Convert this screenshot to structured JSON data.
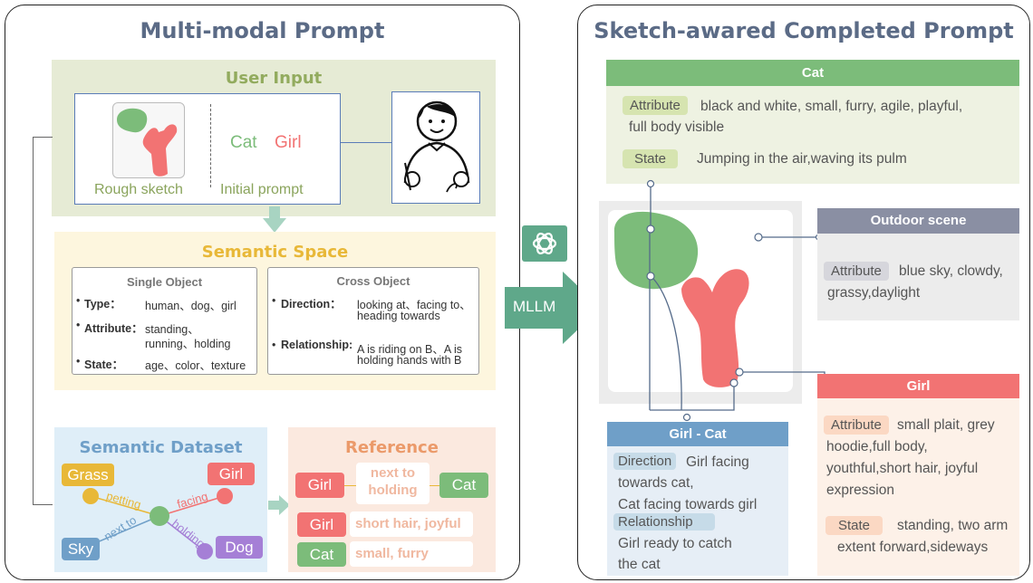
{
  "left_panel": {
    "title": "Multi-modal Prompt",
    "user_input": {
      "title": "User Input",
      "word_cat": "Cat",
      "word_girl": "Girl",
      "sketch_caption": "Rough sketch",
      "prompt_caption": "Initial prompt"
    },
    "semantic_space": {
      "title": "Semantic Space",
      "single": {
        "title": "Single Object",
        "rows": [
          {
            "key": "Type：",
            "value": "human、dog、girl"
          },
          {
            "key": "Attribute：",
            "value": "standing、",
            "value2": "running、holding"
          },
          {
            "key": "State：",
            "value": "age、color、texture"
          }
        ]
      },
      "cross": {
        "title": "Cross Object",
        "rows": [
          {
            "key": "Direction：",
            "value": "looking at、facing to、",
            "value2": "heading towards"
          },
          {
            "key": "Relationship:",
            "value": "A is riding on B、A is",
            "value2": "holding hands with B"
          }
        ]
      }
    },
    "dataset": {
      "title": "Semantic Dataset",
      "nodes": {
        "grass": "Grass",
        "girl": "Girl",
        "sky": "Sky",
        "dog": "Dog"
      },
      "edges": {
        "petting": "petting",
        "facing": "facing",
        "next_to": "next to",
        "holding": "holding"
      }
    },
    "reference": {
      "title": "Reference",
      "row1_left": "Girl",
      "row1_mid_1": "next to",
      "row1_mid_2": "holding",
      "row1_right": "Cat",
      "row2_left": "Girl",
      "row2_text": "short hair, joyful",
      "row3_left": "Cat",
      "row3_text": "small, furry"
    }
  },
  "arrow_label": "MLLM",
  "right_panel": {
    "title": "Sketch-awared Completed Prompt",
    "cat_box": {
      "title": "Cat",
      "attr_label": "Attribute",
      "attr_text_1": "black and white, small, furry, agile, playful,",
      "attr_text_2": "full body visible",
      "state_label": "State",
      "state_text": "Jumping in the air,waving its pulm"
    },
    "outdoor_box": {
      "title": "Outdoor scene",
      "attr_label": "Attribute",
      "attr_text_1": "blue sky, clowdy,",
      "attr_text_2": "grassy,daylight"
    },
    "girl_box": {
      "title": "Girl",
      "attr_label": "Attribute",
      "attr_lines": [
        "small plait, grey",
        "hoodie,full body,",
        "youthful,short hair, joyful",
        "expression"
      ],
      "state_label": "State",
      "state_text_1": "standing, two arm",
      "state_text_2": "extent forward,sideways"
    },
    "girl_cat_box": {
      "title": "Girl - Cat",
      "dir_label": "Direction",
      "dir_lines": [
        "Girl facing",
        "towards cat,",
        "Cat facing towards girl"
      ],
      "rel_label": "Relationship",
      "rel_lines": [
        "Girl ready to catch",
        "the cat"
      ]
    }
  },
  "colors": {
    "green": "#7cbc7a",
    "red": "#f27373",
    "blue_bar": "#6f9fc8",
    "gray_bar": "#8a8fa3",
    "yellow_title": "#e8b838",
    "orange_title": "#eb9a6a",
    "purple": "#a57fd6"
  }
}
